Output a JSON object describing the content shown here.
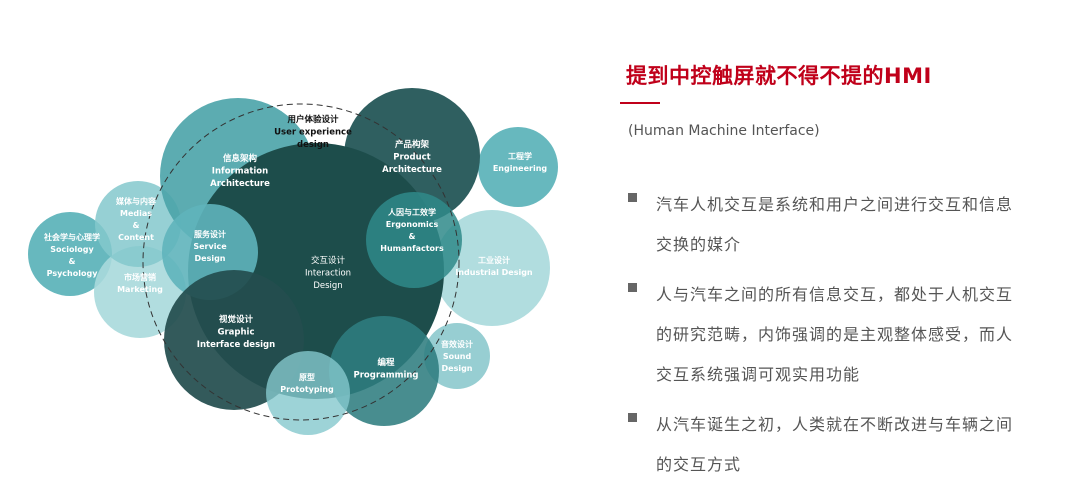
{
  "diagram": {
    "circles": [
      {
        "id": "user-experience",
        "lines": [
          "用户体验设计",
          "User experience",
          "design"
        ],
        "color": "#ffffff"
      },
      {
        "id": "sociology",
        "lines": [
          "社会学与心理学",
          "Sociology",
          "&",
          "Psychology"
        ],
        "color": "#5fb4bb"
      },
      {
        "id": "marketing",
        "lines": [
          "市场营销",
          "Marketing"
        ],
        "color": "#a8d9dc"
      },
      {
        "id": "medias",
        "lines": [
          "媒体与内容",
          "Medias",
          "&",
          "Content"
        ],
        "color": "#84c8cd"
      },
      {
        "id": "information-architecture",
        "lines": [
          "信息架构",
          "Information",
          "Architecture"
        ],
        "color": "#4aa3a9"
      },
      {
        "id": "industrial-design",
        "lines": [
          "工业设计",
          "Industrial Design"
        ],
        "color": "#a8d9dc"
      },
      {
        "id": "engineering",
        "lines": [
          "工程学",
          "Engineering"
        ],
        "color": "#5fb4bb"
      },
      {
        "id": "product-architecture",
        "lines": [
          "产品构架",
          "Product",
          "Architecture"
        ],
        "color": "#2f5f60"
      },
      {
        "id": "interaction-design",
        "lines": [
          "交互设计",
          "Interaction",
          "Design"
        ],
        "color": "#1d4d4b"
      },
      {
        "id": "service-design",
        "lines": [
          "服务设计",
          "Service",
          "Design"
        ],
        "color": "#5fb4bb"
      },
      {
        "id": "ergonomics",
        "lines": [
          "人因与工效学",
          "Ergonomics",
          "&",
          "Humanfactors"
        ],
        "color": "#2f8a8a"
      },
      {
        "id": "graphic-interface",
        "lines": [
          "视觉设计",
          "Graphic",
          "Interface design"
        ],
        "color": "#244e4f"
      },
      {
        "id": "sound-design",
        "lines": [
          "音效设计",
          "Sound",
          "Design"
        ],
        "color": "#8cc9cd"
      },
      {
        "id": "programming",
        "lines": [
          "编程",
          "Programming"
        ],
        "color": "#2f7d7f"
      },
      {
        "id": "prototyping",
        "lines": [
          "原型",
          "Prototyping"
        ],
        "color": "#84c8cd"
      }
    ]
  },
  "panel": {
    "title": "提到中控触屏就不得不提的HMI",
    "subtitle": "(Human Machine Interface)",
    "bullets": [
      {
        "lines": [
          "汽车人机交互是系统和用户之间进行交互和信息",
          "交换的媒介"
        ]
      },
      {
        "lines": [
          "人与汽车之间的所有信息交互，都处于人机交互",
          "的研究范畴，内饰强调的是主观整体感受，而人",
          "交互系统强调可观实用功能"
        ]
      },
      {
        "lines": [
          "从汽车诞生之初，人类就在不断改进与车辆之间",
          "的交互方式"
        ]
      }
    ],
    "colors": {
      "accent": "#c0001a",
      "text": "#555555",
      "bullet": "#666666"
    }
  }
}
